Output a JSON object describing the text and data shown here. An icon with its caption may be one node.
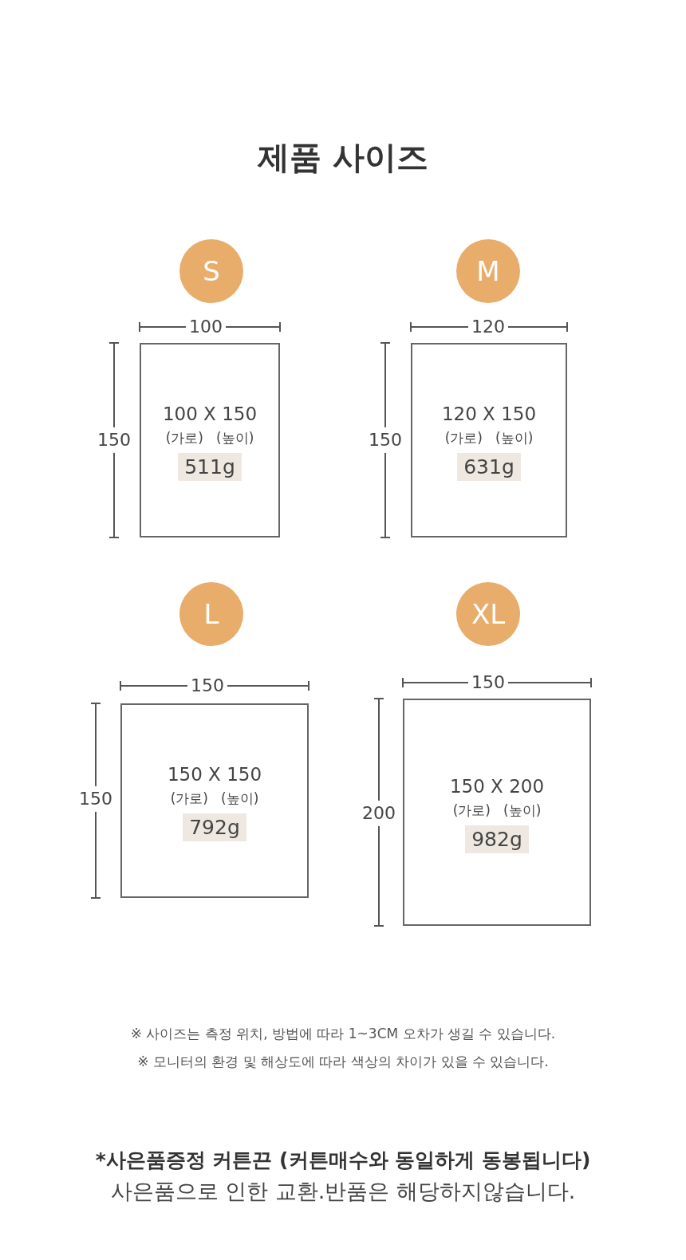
{
  "diagram": {
    "title": "제품 사이즈",
    "nodes": [
      {
        "text": [
          "S"
        ]
      },
      {
        "text": [
          "M"
        ]
      },
      {
        "text": [
          "100 X 150",
          "(가로)",
          "(높이)",
          "511g"
        ]
      },
      {
        "text": [
          "120 X 150",
          "(가로)",
          "(높이)",
          "631g"
        ]
      },
      {
        "text": [
          "L"
        ]
      },
      {
        "text": [
          "XL"
        ]
      },
      {
        "text": [
          "150 X 150",
          "(가로)",
          "(높이)",
          "792g"
        ]
      },
      {
        "text": [
          "150 X 200",
          "(가로)",
          "(높이)",
          "982g"
        ]
      }
    ],
    "edges": [],
    "labels": [
      "100",
      "150",
      "120",
      "150",
      "150",
      "150",
      "150",
      "200",
      "※ 사이즈는 측정 위치, 방법에 따라 1~3CM 오차가 생길 수 있습니다.",
      "※ 모니터의 환경 및 해상도에 따라 색상의 차이가 있을 수 있습니다.",
      "*사은품증정 커튼끈 (커튼매수와 동일하게 동봉됩니다)",
      "사은품으로 인한 교환.반품은 해당하지않습니다."
    ]
  }
}
